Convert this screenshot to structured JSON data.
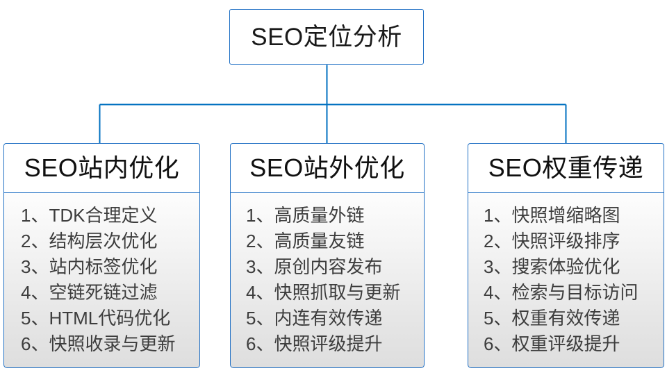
{
  "diagram": {
    "type": "hierarchy-tree",
    "root": {
      "label": "SEO定位分析"
    },
    "branches": [
      {
        "header": "SEO站内优化",
        "items": [
          "1、TDK合理定义",
          "2、结构层次优化",
          "3、站内标签优化",
          "4、空链死链过滤",
          "5、HTML代码优化",
          "6、快照收录与更新"
        ]
      },
      {
        "header": "SEO站外优化",
        "items": [
          "1、高质量外链",
          "2、高质量友链",
          "3、原创内容发布",
          "4、快照抓取与更新",
          "5、内连有效传递",
          "6、快照评级提升"
        ]
      },
      {
        "header": "SEO权重传递",
        "items": [
          "1、快照增缩略图",
          "2、快照评级排序",
          "3、搜索体验优化",
          "4、检索与目标访问",
          "5、权重有效传递",
          "6、权重评级提升"
        ]
      }
    ],
    "colors": {
      "border": "#1f6fc4",
      "connector": "#0070c0",
      "header_background": "#ffffff",
      "body_background_top": "#fdfdfd",
      "body_background_bottom": "#dedede",
      "title_text": "#1a1a1a",
      "item_text": "#3d3d3d",
      "canvas": "#ffffff"
    }
  }
}
